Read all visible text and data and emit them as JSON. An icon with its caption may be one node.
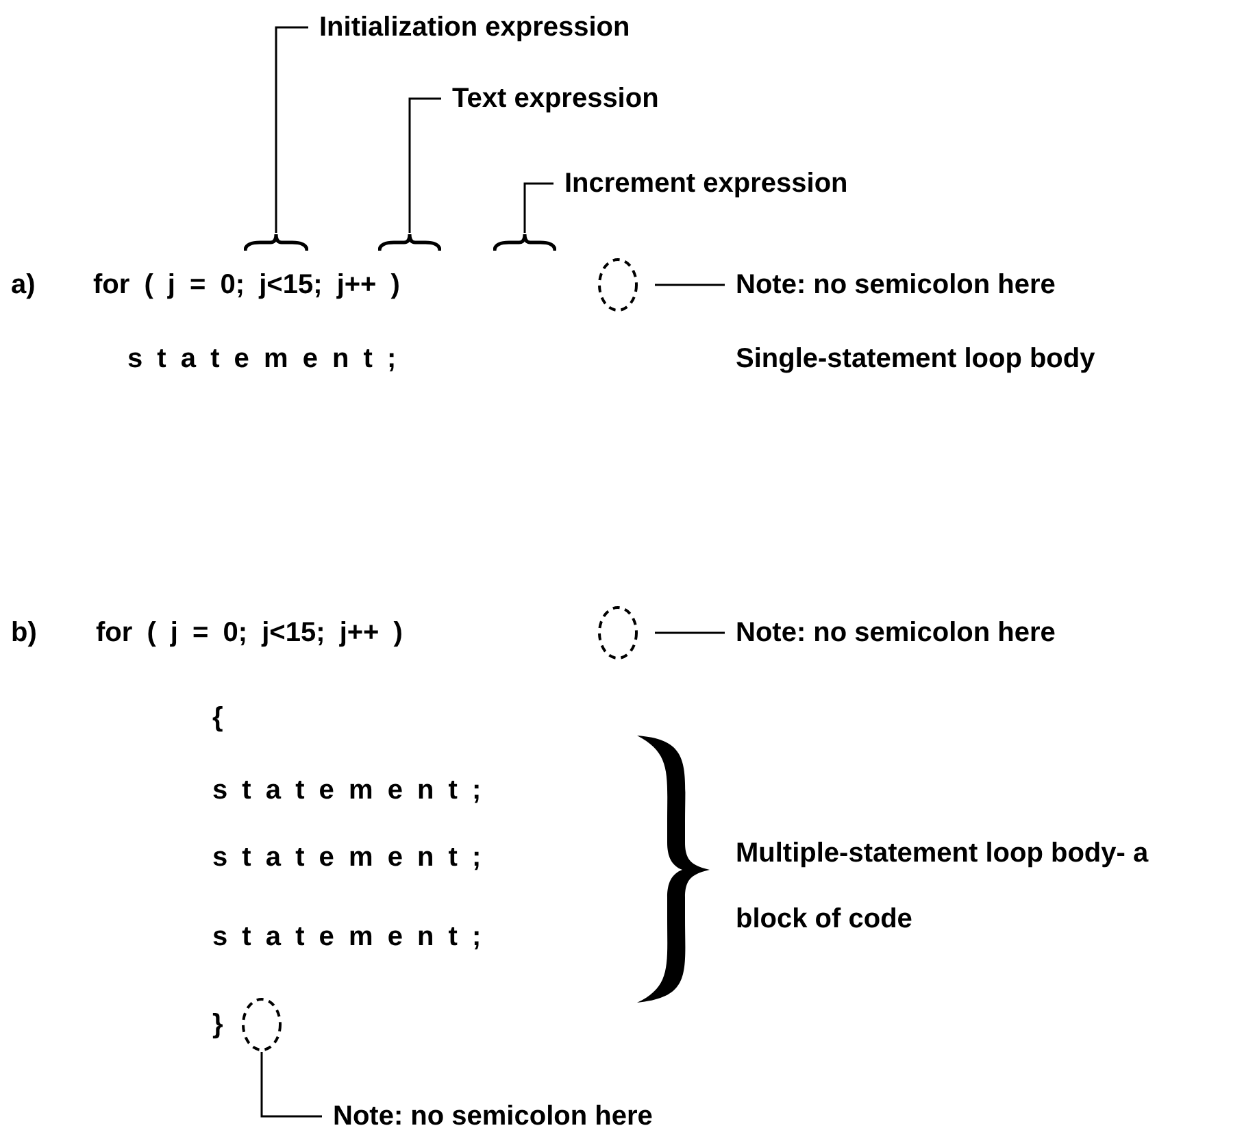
{
  "diagram": {
    "nodes": [
      {
        "text": [
          "Initialization expression"
        ]
      },
      {
        "text": [
          "Text expression"
        ]
      },
      {
        "text": [
          "Increment expression"
        ]
      },
      {
        "text": [],
        "shape": "brace"
      },
      {
        "text": [],
        "shape": "brace"
      },
      {
        "text": [],
        "shape": "brace"
      },
      {
        "text": [],
        "shape": "circle"
      },
      {
        "text": [
          "Note: no semicolon here"
        ]
      },
      {
        "text": [],
        "shape": "circle"
      },
      {
        "text": [
          "Note: no semicolon here"
        ]
      },
      {
        "text": [],
        "shape": "circle"
      },
      {
        "text": [
          "Note: no semicolon here"
        ]
      }
    ],
    "edges": [
      {
        "from": 0,
        "to": 3,
        "arrow": "none"
      },
      {
        "from": 1,
        "to": 4,
        "arrow": "none"
      },
      {
        "from": 2,
        "to": 5,
        "arrow": "none"
      },
      {
        "from": 7,
        "to": 6,
        "arrow": "none"
      },
      {
        "from": 9,
        "to": 8,
        "arrow": "none"
      },
      {
        "from": 11,
        "to": 10,
        "arrow": "none"
      }
    ],
    "labels": [
      "a)",
      "for ( j = 0; j<15; j++ )",
      "s t a t e m e n t ;",
      "Single-statement loop body",
      "b)",
      "for ( j = 0; j<15; j++ )",
      "{",
      "s t a t e m e n t ;",
      "s t a t e m e n t ;",
      "s t a t e m e n t ;",
      "}",
      "Multiple-statement loop body- a block of code"
    ]
  }
}
